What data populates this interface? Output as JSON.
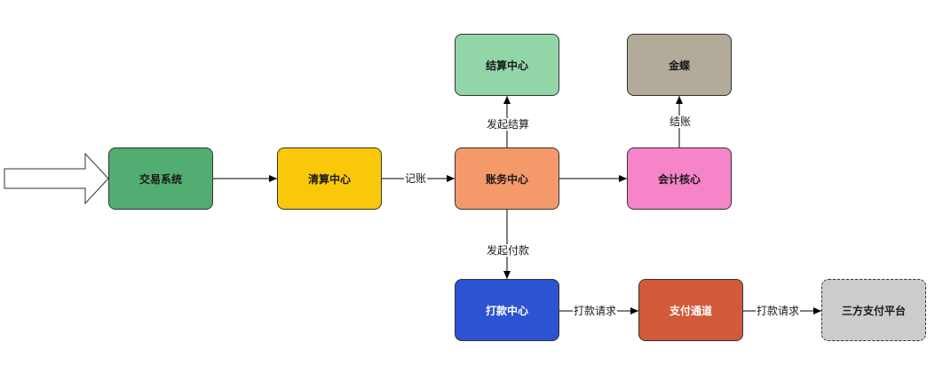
{
  "nodes": {
    "trade": {
      "label": "交易系统",
      "color": "#52ad72"
    },
    "clearing": {
      "label": "清算中心",
      "color": "#fac80a"
    },
    "account": {
      "label": "账务中心",
      "color": "#f4996a"
    },
    "settlement": {
      "label": "结算中心",
      "color": "#92d6a8"
    },
    "kingdee": {
      "label": "金蝶",
      "color": "#b3ab99"
    },
    "accounting": {
      "label": "会计核心",
      "color": "#f584c8"
    },
    "payment": {
      "label": "打款中心",
      "color": "#2d52d2"
    },
    "channel": {
      "label": "支付通道",
      "color": "#d25a3b"
    },
    "thirdparty": {
      "label": "三方支付平台",
      "color": "#cccccc"
    }
  },
  "edges": {
    "clearing_to_account": "记账",
    "account_to_settlement": "发起结算",
    "accounting_to_kingdee": "结账",
    "account_to_payment": "发起付款",
    "payment_to_channel": "打款请求",
    "channel_to_thirdparty": "打款请求"
  }
}
